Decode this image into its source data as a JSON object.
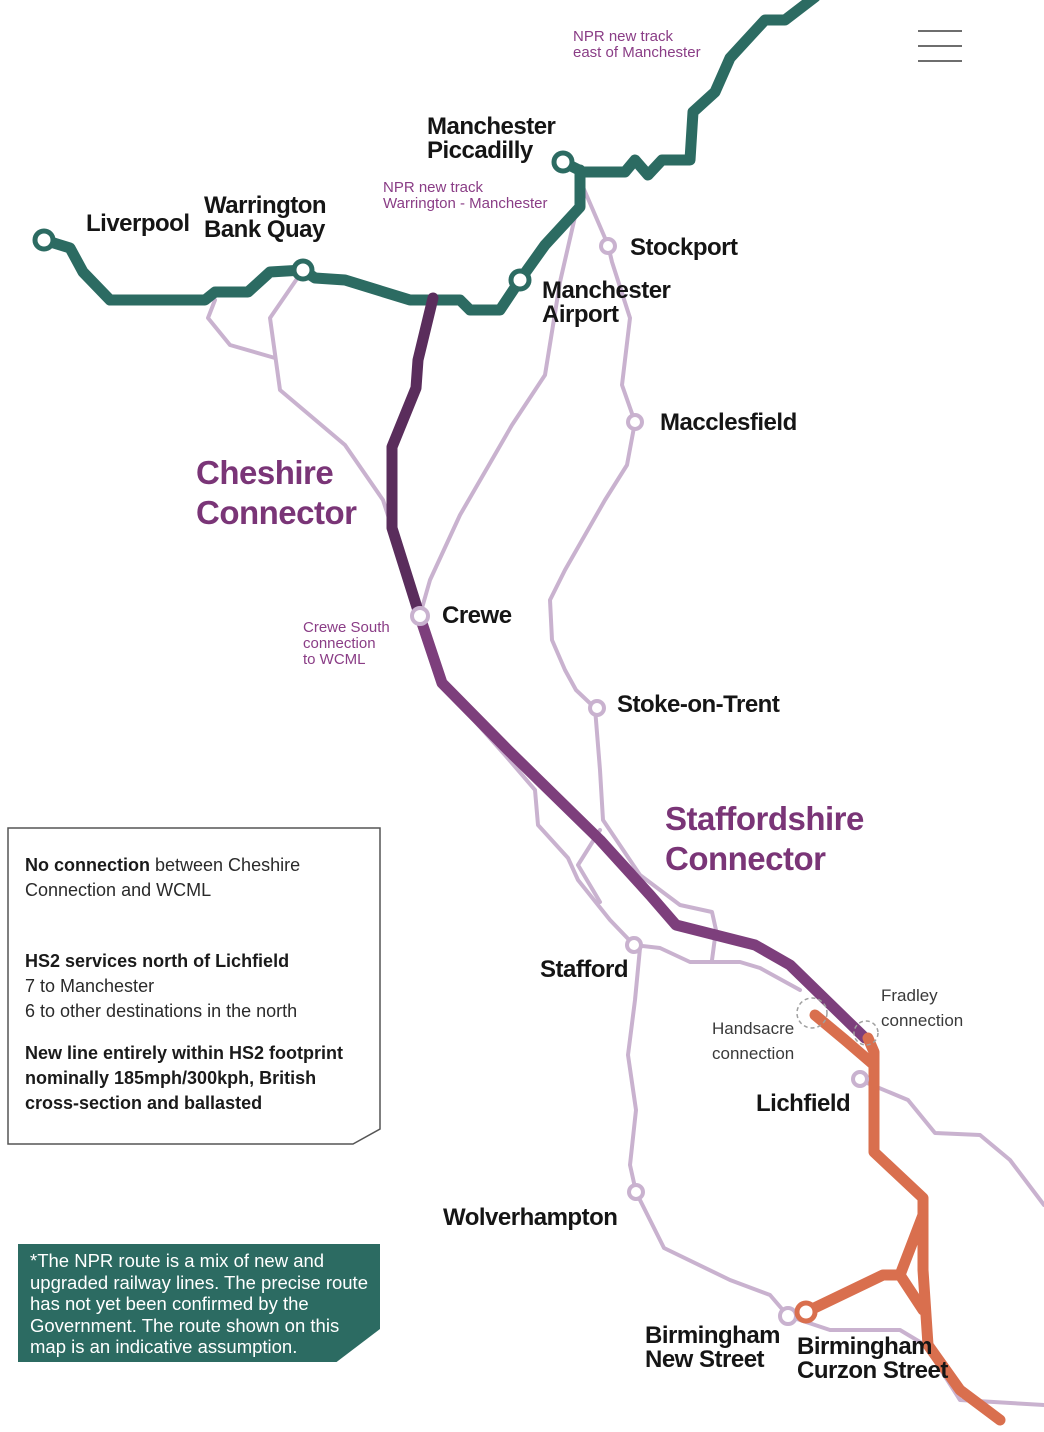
{
  "menu": {
    "icon": "hamburger-menu-icon"
  },
  "stations": {
    "liverpool": "Liverpool",
    "warrington_1": "Warrington",
    "warrington_2": "Bank Quay",
    "manchester_piccadilly_1": "Manchester",
    "manchester_piccadilly_2": "Piccadilly",
    "stockport": "Stockport",
    "manchester_airport_1": "Manchester",
    "manchester_airport_2": "Airport",
    "macclesfield": "Macclesfield",
    "crewe": "Crewe",
    "stoke": "Stoke-on-Trent",
    "stafford": "Stafford",
    "lichfield": "Lichfield",
    "wolverhampton": "Wolverhampton",
    "bham_new_street_1": "Birmingham",
    "bham_new_street_2": "New Street",
    "bham_curzon_1": "Birmingham",
    "bham_curzon_2": "Curzon Street"
  },
  "annotations": {
    "npr_east_1": "NPR new track",
    "npr_east_2": "east of Manchester",
    "npr_warr_1": "NPR new track",
    "npr_warr_2": "Warrington - Manchester",
    "crewe_south_1": "Crewe South",
    "crewe_south_2": "connection",
    "crewe_south_3": "to WCML",
    "fradley_1": "Fradley",
    "fradley_2": "connection",
    "handsacre_1": "Handsacre",
    "handsacre_2": "connection"
  },
  "connectors": {
    "cheshire_1": "Cheshire",
    "cheshire_2": "Connector",
    "staffordshire_1": "Staffordshire",
    "staffordshire_2": "Connector"
  },
  "infobox": {
    "p1_bold": "No connection",
    "p1_rest": " between Cheshire Connection and WCML",
    "p2_title": "HS2 services north of Lichfield",
    "p2_line1": "7 to Manchester",
    "p2_line2": "6 to other destinations in the north",
    "p3": "New line entirely within HS2 footprint nominally 185mph/300kph, British cross-section and ballasted"
  },
  "note": "*The NPR route is a mix of new and upgraded railway lines. The precise route has not yet been confirmed by the Government. The route shown on this map is an indicative assumption.",
  "colors": {
    "npr_green": "#2c6b62",
    "cheshire_purple": "#5a2d5c",
    "staffordshire_purple": "#7d3f7c",
    "hs2_orange": "#d96f4e",
    "existing_lilac": "#c9b2cf",
    "label_purple": "#8a3d86"
  }
}
